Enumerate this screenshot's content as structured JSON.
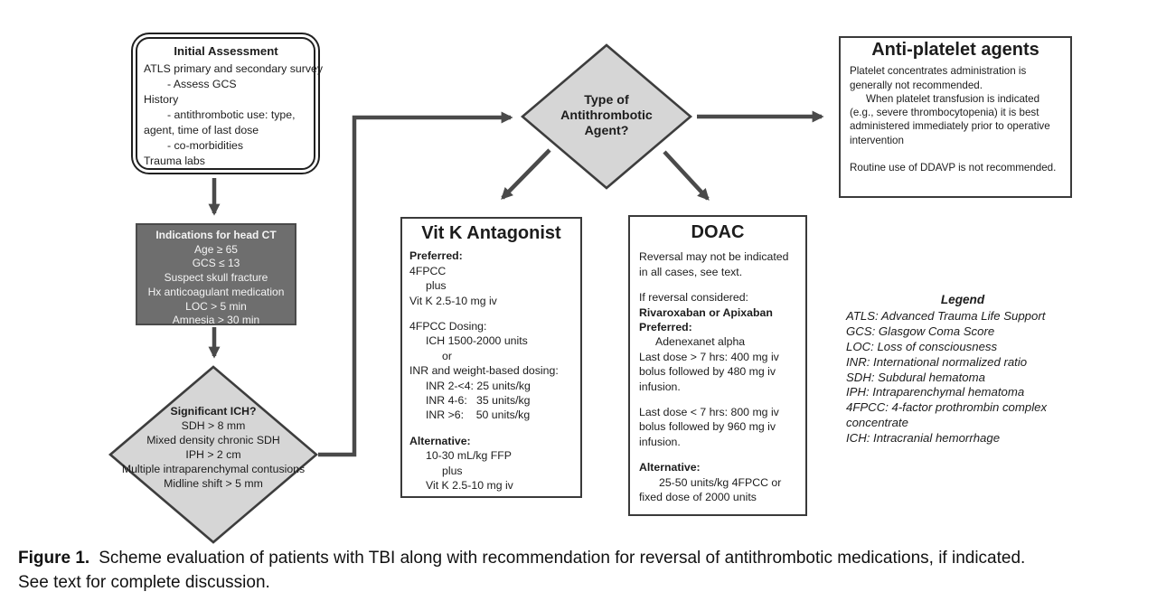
{
  "colors": {
    "dark_box": "#6e6e6e",
    "diamond_fill": "#d6d6d6",
    "connector": "#4a4a4a",
    "border": "#3a3a3a"
  },
  "initial_assessment": {
    "title": "Initial Assessment",
    "lines": [
      "ATLS primary and secondary survey",
      "- Assess GCS",
      "History",
      "- antithrombotic use: type,",
      "agent, time of last dose",
      "- co-morbidities",
      "Trauma labs"
    ]
  },
  "head_ct": {
    "title": "Indications for head CT",
    "lines": [
      "Age ≥ 65",
      "GCS ≤ 13",
      "Suspect skull fracture",
      "Hx anticoagulant medication",
      "LOC > 5 min",
      "Amnesia > 30 min"
    ]
  },
  "ich_diamond": {
    "title": "Significant ICH?",
    "lines": [
      "SDH > 8 mm",
      "Mixed density chronic SDH",
      "IPH > 2 cm",
      "Multiple intraparenchymal contusions",
      "Midline shift > 5 mm"
    ]
  },
  "agent_diamond": {
    "title": "Type of Antithrombotic Agent?"
  },
  "anti_platelet": {
    "title": "Anti-platelet agents",
    "para1": "Platelet concentrates administration is generally not recommended.",
    "para2": "When platelet transfusion is indicated (e.g., severe thrombocytopenia) it is best administered immediately prior to operative intervention",
    "para3": "Routine use of DDAVP is not recommended."
  },
  "vit_k": {
    "title": "Vit K Antagonist",
    "preferred_label": "Preferred:",
    "preferred_lines": [
      "4FPCC",
      "plus",
      "Vit K 2.5-10 mg iv"
    ],
    "dosing_label": "4FPCC Dosing:",
    "dosing_line1": "ICH 1500-2000 units",
    "dosing_line2": "or",
    "dosing_line3": "INR and weight-based dosing:",
    "inr_rows": [
      "INR 2-<4: 25 units/kg",
      "INR 4-6:   35 units/kg",
      "INR >6:    50 units/kg"
    ],
    "alternative_label": "Alternative:",
    "alternative_lines": [
      "10-30 mL/kg FFP",
      "plus",
      "Vit K 2.5-10 mg iv"
    ]
  },
  "doac": {
    "title": "DOAC",
    "para1": "Reversal may not be indicated in all cases, see text.",
    "line_considered": "If reversal considered:",
    "line_drugs": "Rivaroxaban or Apixaban",
    "preferred_label": "Preferred:",
    "line_agent": "Adenexanet alpha",
    "para2": "Last dose > 7 hrs: 400 mg iv bolus followed by 480 mg iv infusion.",
    "para3": "Last dose < 7 hrs: 800 mg iv bolus followed by 960 mg iv infusion.",
    "alternative_label": "Alternative:",
    "para4": "25-50 units/kg 4FPCC or fixed dose of 2000 units"
  },
  "legend": {
    "title": "Legend",
    "items": [
      "ATLS: Advanced Trauma Life Support",
      "GCS: Glasgow Coma Score",
      "LOC: Loss of consciousness",
      "INR: International normalized ratio",
      "SDH: Subdural hematoma",
      "IPH: Intraparenchymal hematoma",
      "4FPCC: 4-factor prothrombin complex concentrate",
      "ICH: Intracranial hemorrhage"
    ]
  },
  "caption": {
    "label": "Figure 1.",
    "text": "Scheme evaluation of patients with TBI along with recommendation for reversal of antithrombotic medications, if indicated.",
    "line2": "See text for complete discussion."
  }
}
